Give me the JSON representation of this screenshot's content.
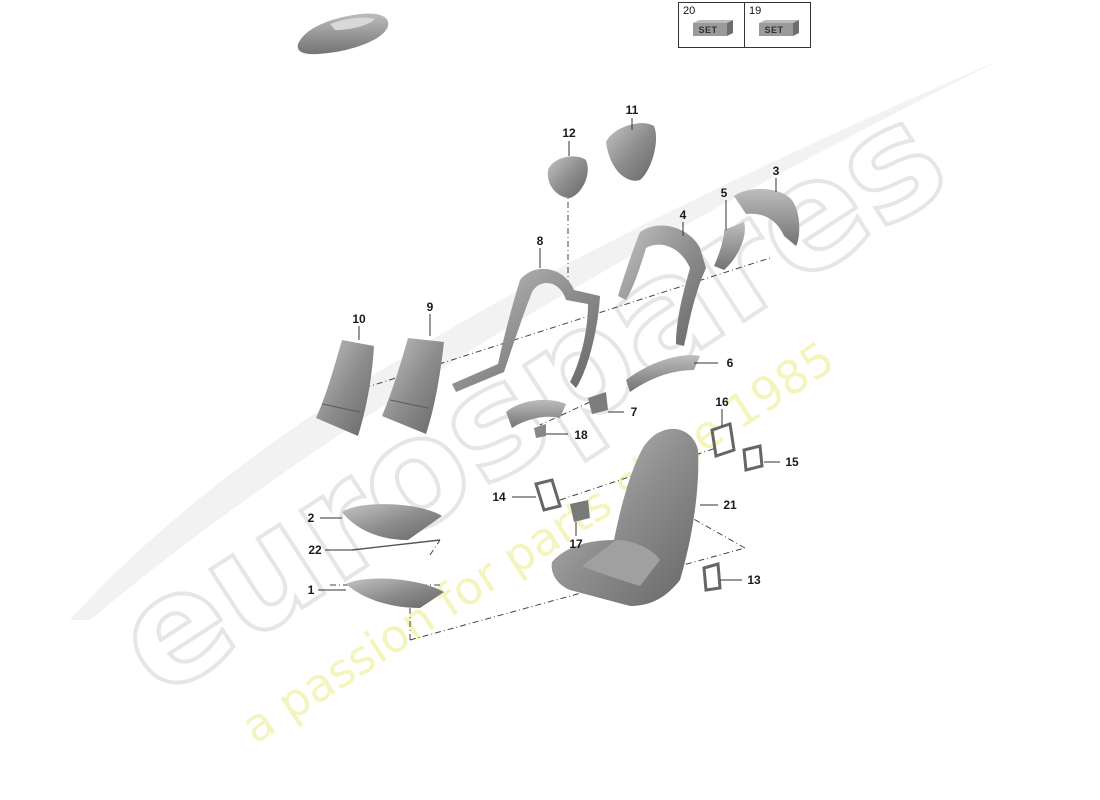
{
  "watermark": {
    "brand": "eurospares",
    "tagline": "a passion for parts since 1985"
  },
  "set_legend": [
    {
      "number": "20",
      "label": "SET"
    },
    {
      "number": "19",
      "label": "SET"
    }
  ],
  "callouts": {
    "c1": "1",
    "c2": "2",
    "c3": "3",
    "c4": "4",
    "c5": "5",
    "c6": "6",
    "c7": "7",
    "c8": "8",
    "c9": "9",
    "c10": "10",
    "c11": "11",
    "c12": "12",
    "c13": "13",
    "c14": "14",
    "c15": "15",
    "c16": "16",
    "c17": "17",
    "c18": "18",
    "c21": "21",
    "c22": "22"
  },
  "colors": {
    "part_fill": "#8c8c8c",
    "part_dark": "#6e6e6e",
    "part_light": "#b4b4b4",
    "leader": "#333333",
    "watermark_brand": "#ededed",
    "watermark_tagline": "#f3f3b0"
  }
}
